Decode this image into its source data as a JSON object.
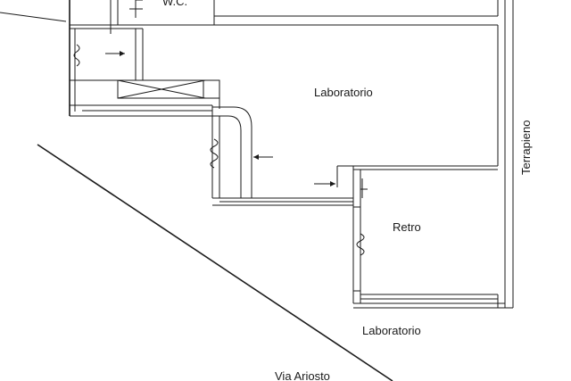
{
  "labels": {
    "wc": "W.C.",
    "laboratorio_main": "Laboratorio",
    "terrapieno": "Terrapieno",
    "retro": "Retro",
    "laboratorio_lower": "Laboratorio",
    "street": "Via Ariosto"
  },
  "colors": {
    "line": "#1a1a1a",
    "background": "#ffffff"
  },
  "icons": {
    "arrow": "arrow-icon",
    "door_swing": "door-swing-icon"
  }
}
